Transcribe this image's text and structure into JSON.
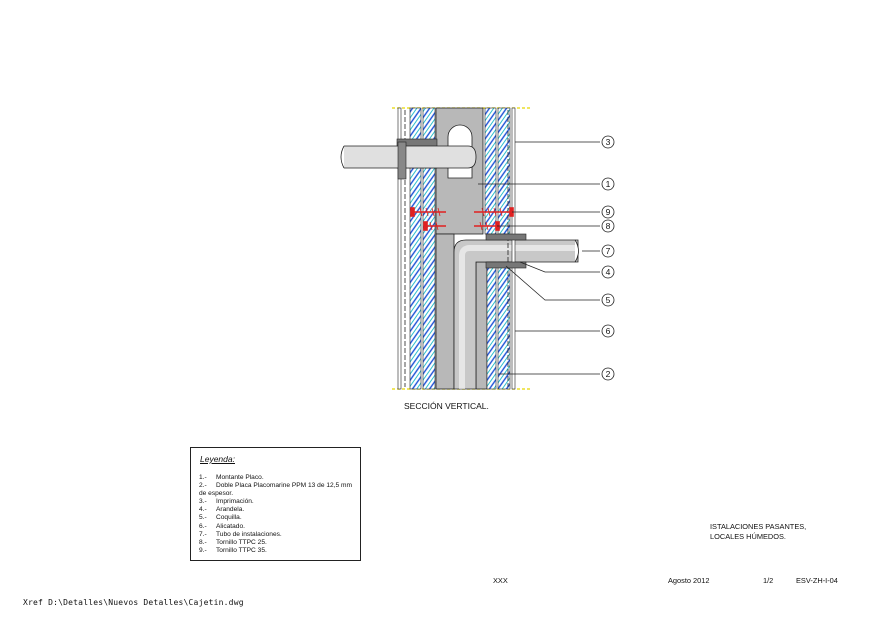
{
  "title_block": {
    "project_line1": "ISTALACIONES PASANTES,",
    "project_line2": "LOCALES HÚMEDOS.",
    "scale": "XXX",
    "date": "Agosto 2012",
    "sheet": "1/2",
    "code": "ESV-ZH-I-04"
  },
  "drawing": {
    "caption": "SECCIÓN VERTICAL."
  },
  "legend": {
    "title": "Leyenda:",
    "items": [
      {
        "num": "1.-",
        "text": "Montante Placo."
      },
      {
        "num": "2.-",
        "text": "Doble Placa Placomarine PPM 13 de 12,5 mm"
      },
      {
        "num": "",
        "text": "de espesor."
      },
      {
        "num": "3.-",
        "text": "Imprimación."
      },
      {
        "num": "4.-",
        "text": "Arandela."
      },
      {
        "num": "5.-",
        "text": "Coquilla."
      },
      {
        "num": "6.-",
        "text": "Alicatado."
      },
      {
        "num": "7.-",
        "text": "Tubo de instalaciones."
      },
      {
        "num": "8.-",
        "text": "Tornillo TTPC 25."
      },
      {
        "num": "9.-",
        "text": "Tornillo TTPC 35."
      }
    ]
  },
  "callouts": [
    "3",
    "1",
    "9",
    "8",
    "7",
    "4",
    "5",
    "6",
    "2"
  ],
  "xref": "Xref D:\\Detalles\\Nuevos Detalles\\Cajetin.dwg",
  "colors": {
    "hatch_blue": "#1a4fd6",
    "hatch_cyan": "#18b8c8",
    "screw_red": "#e02020",
    "steel_gray": "#b8b8b8",
    "tick_yellow": "#e8d800"
  }
}
